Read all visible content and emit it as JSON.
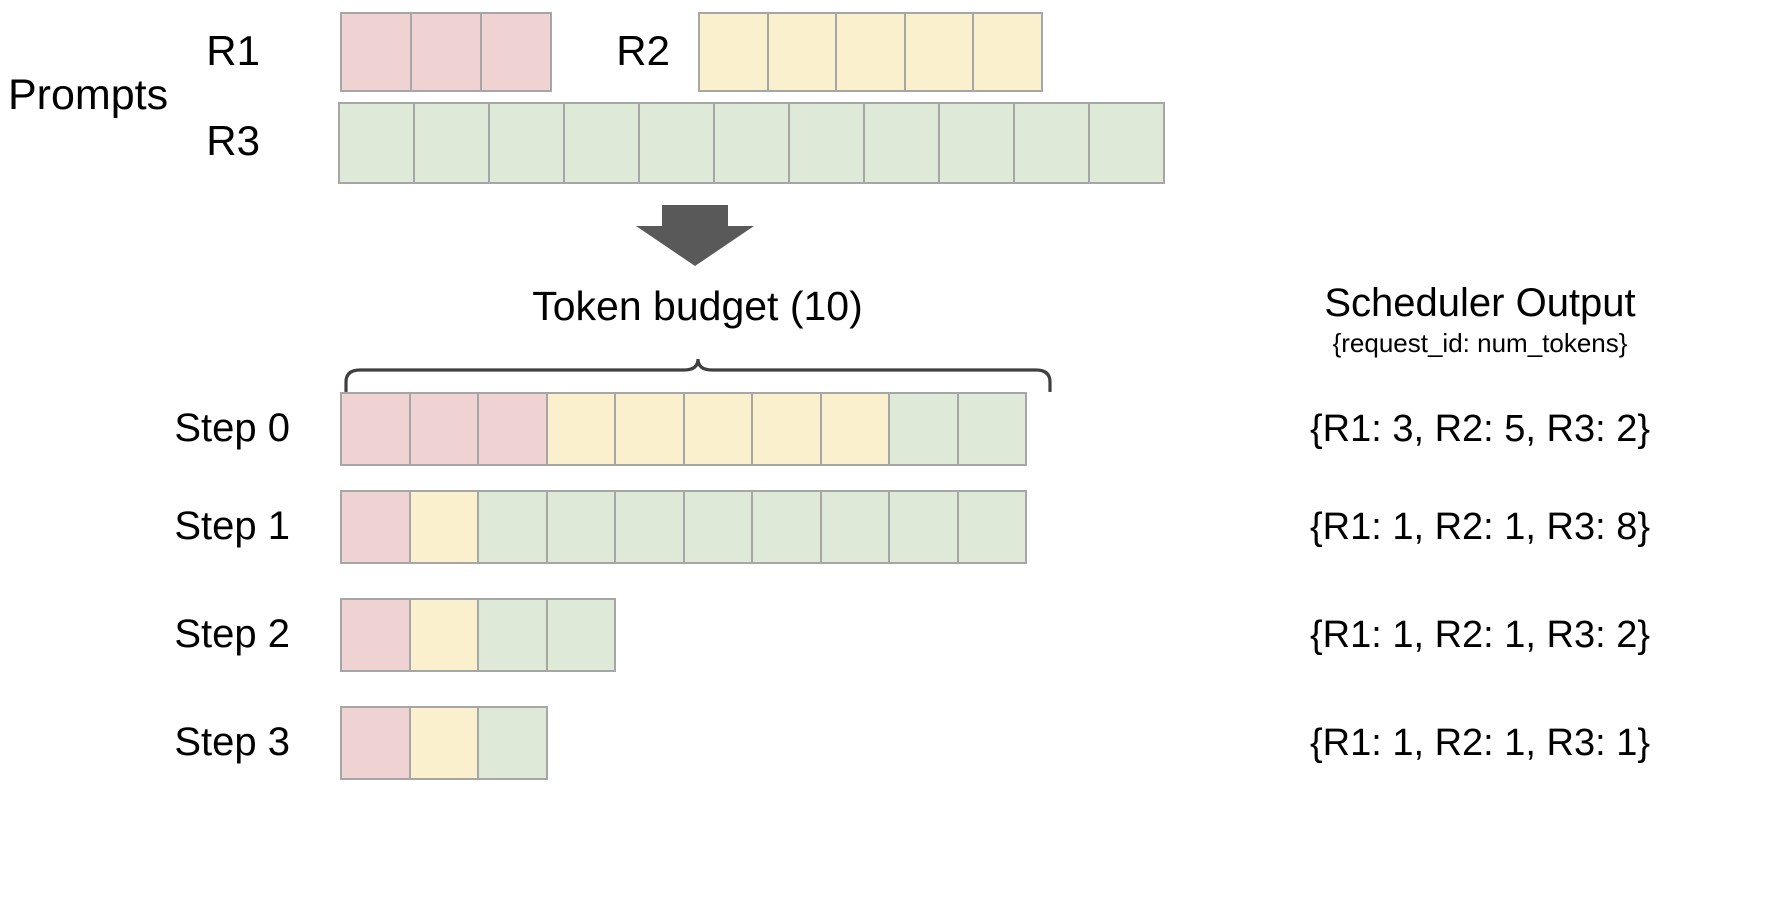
{
  "diagram": {
    "section_label": "Prompts",
    "budget_label": "Token  budget (10)",
    "arrow_icon": "down-arrow-icon",
    "brace_icon": "curly-brace-icon",
    "colors": {
      "r1": "#efd3d3",
      "r2": "#fbf0cd",
      "r3": "#dfe9d8",
      "cell_border": "#a6a6a6",
      "arrow": "#595959",
      "brace": "#404040",
      "text": "#000000",
      "background": "#ffffff"
    }
  },
  "prompts": {
    "requests": [
      {
        "id": "R1",
        "label": "R1",
        "num_tokens": 3,
        "color_key": "r1"
      },
      {
        "id": "R2",
        "label": "R2",
        "num_tokens": 5,
        "color_key": "r2"
      },
      {
        "id": "R3",
        "label": "R3",
        "num_tokens": 11,
        "color_key": "r3"
      }
    ]
  },
  "scheduler": {
    "title": "Scheduler Output",
    "subtitle": "{request_id: num_tokens}",
    "token_budget": 10,
    "steps": [
      {
        "label": "Step 0",
        "output": "{R1: 3, R2: 5, R3: 2}",
        "segments": [
          {
            "request": "R1",
            "count": 3,
            "color_key": "r1"
          },
          {
            "request": "R2",
            "count": 5,
            "color_key": "r2"
          },
          {
            "request": "R3",
            "count": 2,
            "color_key": "r3"
          }
        ]
      },
      {
        "label": "Step 1",
        "output": "{R1: 1, R2: 1, R3: 8}",
        "segments": [
          {
            "request": "R1",
            "count": 1,
            "color_key": "r1"
          },
          {
            "request": "R2",
            "count": 1,
            "color_key": "r2"
          },
          {
            "request": "R3",
            "count": 8,
            "color_key": "r3"
          }
        ]
      },
      {
        "label": "Step 2",
        "output": "{R1: 1, R2: 1, R3: 2}",
        "segments": [
          {
            "request": "R1",
            "count": 1,
            "color_key": "r1"
          },
          {
            "request": "R2",
            "count": 1,
            "color_key": "r2"
          },
          {
            "request": "R3",
            "count": 2,
            "color_key": "r3"
          }
        ]
      },
      {
        "label": "Step 3",
        "output": "{R1: 1, R2: 1, R3: 1}",
        "segments": [
          {
            "request": "R1",
            "count": 1,
            "color_key": "r1"
          },
          {
            "request": "R2",
            "count": 1,
            "color_key": "r2"
          },
          {
            "request": "R3",
            "count": 1,
            "color_key": "r3"
          }
        ]
      }
    ]
  }
}
